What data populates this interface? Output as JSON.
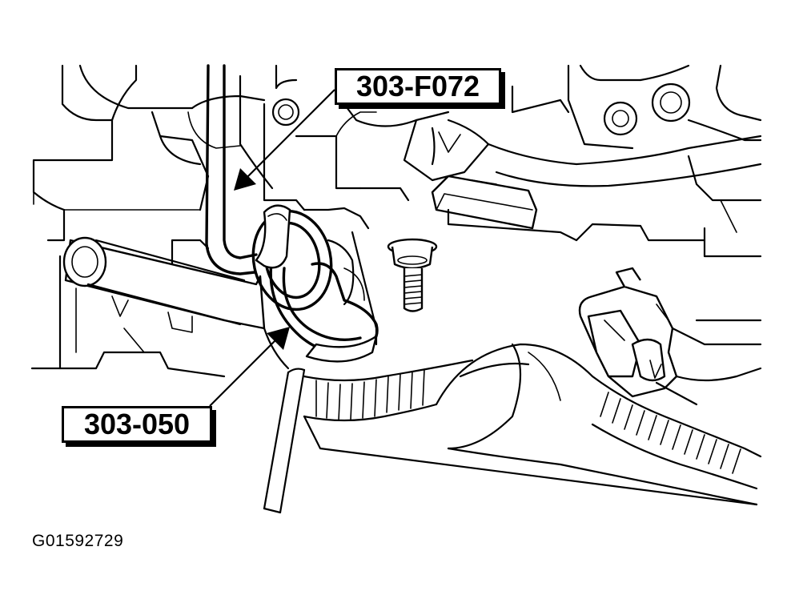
{
  "callouts": [
    {
      "label": "303-F072",
      "target": "hook-tool"
    },
    {
      "label": "303-050",
      "target": "lifting-eye"
    }
  ],
  "figure_id": "G01592729"
}
